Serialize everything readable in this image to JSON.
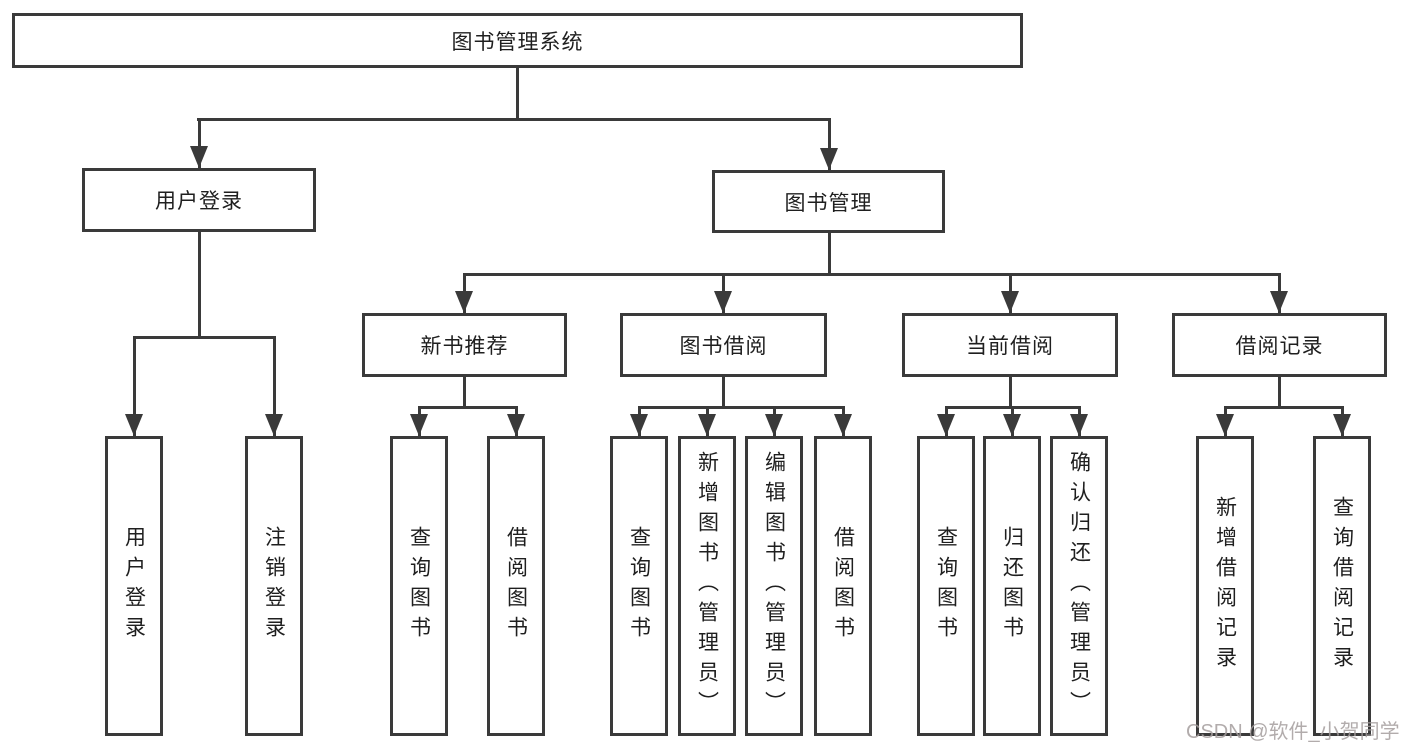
{
  "colors": {
    "line": "#3a3a3a",
    "box_border": "#3a3a3a",
    "text": "#1f1f1f",
    "background": "#ffffff",
    "watermark": "#a49e9e"
  },
  "tree": {
    "label": "图书管理系统",
    "children": [
      {
        "label": "用户登录",
        "children": [
          {
            "label": "用户登录"
          },
          {
            "label": "注销登录"
          }
        ]
      },
      {
        "label": "图书管理",
        "children": [
          {
            "label": "新书推荐",
            "children": [
              {
                "label": "查询图书"
              },
              {
                "label": "借阅图书"
              }
            ]
          },
          {
            "label": "图书借阅",
            "children": [
              {
                "label": "查询图书"
              },
              {
                "label": "新增图书（管理员）"
              },
              {
                "label": "编辑图书（管理员）"
              },
              {
                "label": "借阅图书"
              }
            ]
          },
          {
            "label": "当前借阅",
            "children": [
              {
                "label": "查询图书"
              },
              {
                "label": "归还图书"
              },
              {
                "label": "确认归还（管理员）"
              }
            ]
          },
          {
            "label": "借阅记录",
            "children": [
              {
                "label": "新增借阅记录"
              },
              {
                "label": "查询借阅记录"
              }
            ]
          }
        ]
      }
    ]
  },
  "watermark": {
    "text": "CSDN @软件_小贺同学"
  }
}
